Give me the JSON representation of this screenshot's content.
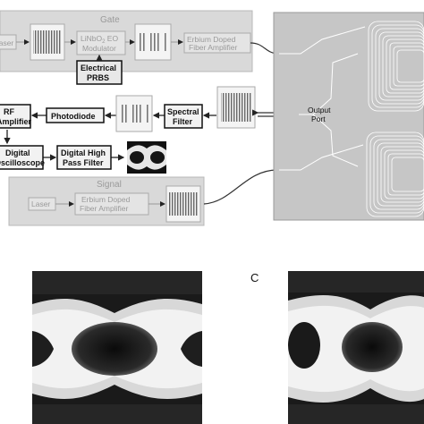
{
  "diagram": {
    "gate_panel_title": "Gate",
    "signal_panel_title": "Signal",
    "gate_laser": "Laser",
    "modulator_line1": "LiNbO",
    "modulator_sub": "2",
    "modulator_line1_rest": " EO",
    "modulator_line2": "Modulator",
    "edfa_gate_line1": "Erbium Doped",
    "edfa_gate_line2": "Fiber Amplifier",
    "prbs_line1": "Electrical",
    "prbs_line2": "PRBS",
    "rf_amp_line1": "RF",
    "rf_amp_line2": "Amplifier",
    "photodiode": "Photodiode",
    "spectral_filter_line1": "Spectral",
    "spectral_filter_line2": "Filter",
    "output_port_line1": "Output",
    "output_port_line2": "Port",
    "scope_line1": "Digital",
    "scope_line2": "Oscilloscope",
    "hpf_line1": "Digital High",
    "hpf_line2": "Pass Filter",
    "signal_laser": "Laser",
    "edfa_signal_line1": "Erbium Doped",
    "edfa_signal_line2": "Fiber Amplifier",
    "panel_c_label": "C"
  },
  "colors": {
    "panel_fill": "#d9d9d9",
    "chip_fill": "#c6c6c6",
    "waveguide": "#ffffff",
    "eye_dark": "#141414"
  }
}
